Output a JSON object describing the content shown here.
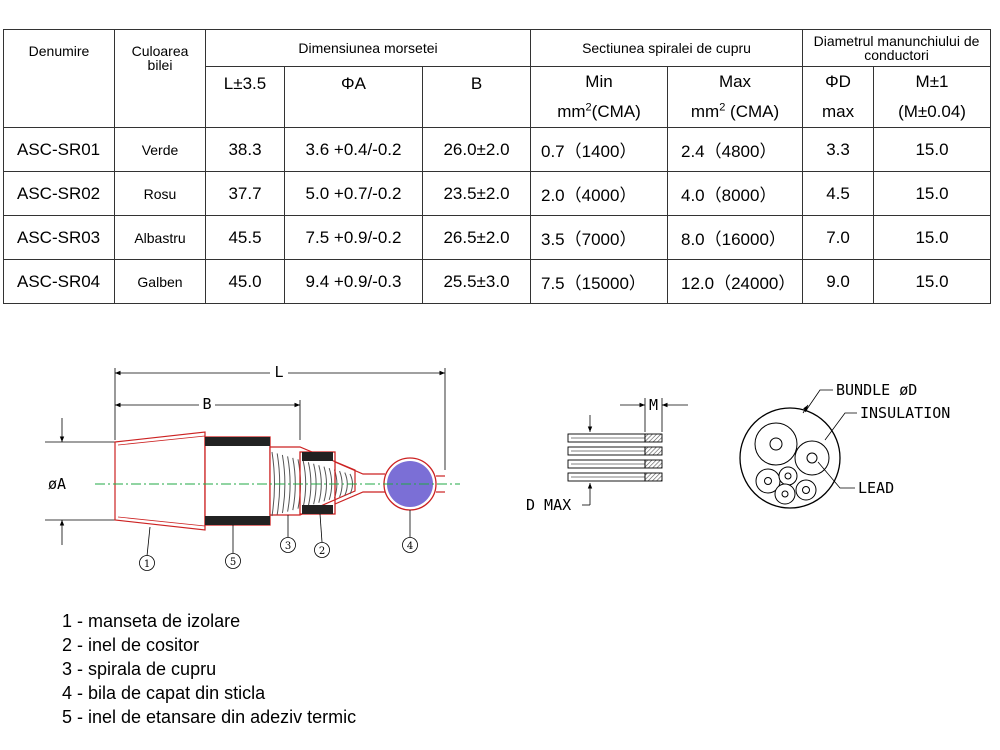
{
  "table": {
    "headers": {
      "denumire": "Denumire",
      "culoarea": "Culoarea bilei",
      "dimensiunea": "Dimensiunea morsetei",
      "sectiunea": "Sectiunea spiralei de cupru",
      "diametrul": "Diametrul manunchiului de conductori",
      "l": "L±3.5",
      "phi_a": "ΦA",
      "b": "B",
      "min": "Min",
      "max": "Max",
      "phi_d": "ΦD",
      "m": "M±1",
      "min_unit_base": "mm",
      "min_unit_sup": "2",
      "min_unit_tail": "(CMA)",
      "max_unit_base": "mm",
      "max_unit_sup": "2",
      "max_unit_tail": " (CMA)",
      "phi_d_unit": "max",
      "m_unit": "(M±0.04)"
    },
    "rows": [
      {
        "name": "ASC-SR01",
        "color": "Verde",
        "l": "38.3",
        "a": "3.6 +0.4/-0.2",
        "b": "26.0±2.0",
        "min": "0.7（1400）",
        "max": "2.4（4800）",
        "d": "3.3",
        "m": "15.0"
      },
      {
        "name": "ASC-SR02",
        "color": "Rosu",
        "l": "37.7",
        "a": "5.0 +0.7/-0.2",
        "b": "23.5±2.0",
        "min": "2.0（4000）",
        "max": "4.0（8000）",
        "d": "4.5",
        "m": "15.0"
      },
      {
        "name": "ASC-SR03",
        "color": "Albastru",
        "l": "45.5",
        "a": "7.5 +0.9/-0.2",
        "b": "26.5±2.0",
        "min": "3.5（7000）",
        "max": "8.0（16000）",
        "d": "7.0",
        "m": "15.0"
      },
      {
        "name": "ASC-SR04",
        "color": "Galben",
        "l": "45.0",
        "a": "9.4 +0.9/-0.3",
        "b": "25.5±3.0",
        "min": "7.5（15000）",
        "max": "12.0（24000）",
        "d": "9.0",
        "m": "15.0"
      }
    ]
  },
  "drawing": {
    "dim_l": "L",
    "dim_b": "B",
    "dim_phi_a": "øA",
    "callouts": [
      "1",
      "5",
      "3",
      "2",
      "4"
    ],
    "dim_m": "M",
    "dim_d_max": "D MAX",
    "bundle_label": "BUNDLE øD",
    "insulation_label": "INSULATION",
    "lead_label": "LEAD",
    "colors": {
      "glass_ball": "#7b6fd6",
      "sleeve": "#cc2222",
      "center_line": "#22aa44"
    }
  },
  "legend": [
    "1 - manseta de izolare",
    "2 - inel de cositor",
    "3 - spirala de cupru",
    "4 - bila de capat din sticla",
    "5 - inel de etansare din adeziv termic"
  ]
}
